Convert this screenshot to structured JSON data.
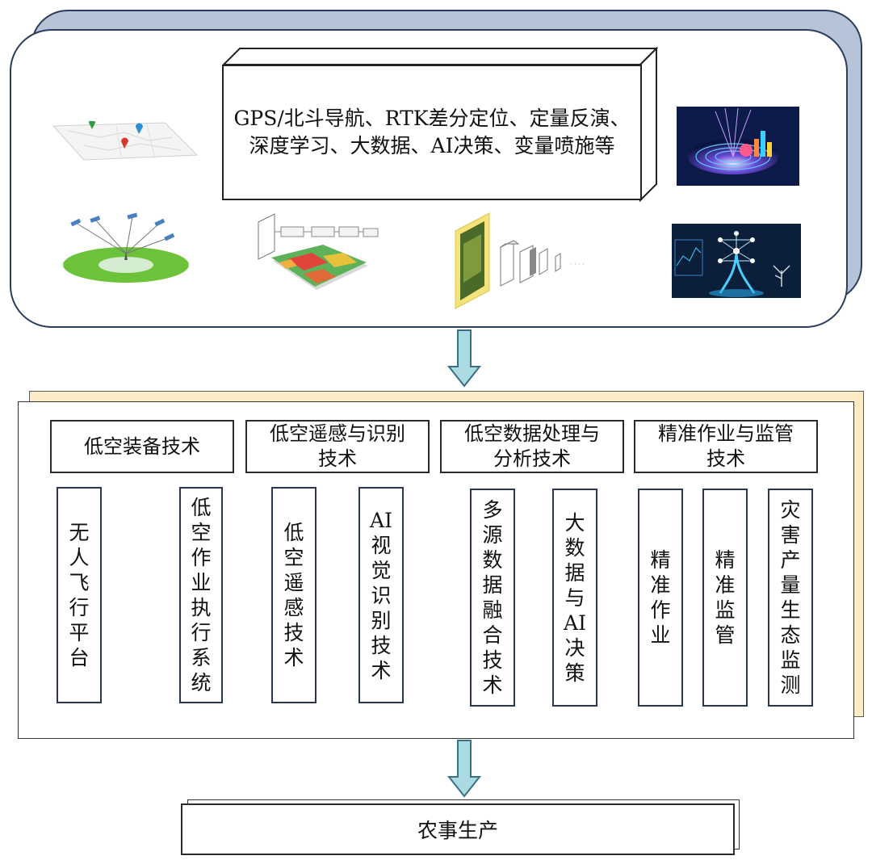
{
  "top_panel": {
    "technologies": "GPS/北斗导航、RTK差分定位、定量反演、\n深度学习、大数据、AI决策、变量喷施等",
    "icons": [
      "map-pins-icon",
      "gnss-satellite-icon",
      "remote-sensing-cnn-icon",
      "image-cnn-icon",
      "data-vortex-icon",
      "ai-network-icon"
    ]
  },
  "middle_panel": {
    "categories": [
      {
        "title": "低空装备技术",
        "items": [
          "无人飞行平台",
          "低空作业执行系统"
        ]
      },
      {
        "title": "低空遥感与识别\n技术",
        "items": [
          "低空遥感技术",
          "AI视觉识别技术"
        ]
      },
      {
        "title": "低空数据处理与\n分析技术",
        "items": [
          "多源数据融合技术",
          "大数据与AI决策"
        ]
      },
      {
        "title": "精准作业与监管\n技术",
        "items": [
          "精准作业",
          "精准监管",
          "灾害产量生态监测"
        ]
      }
    ]
  },
  "bottom": {
    "label": "农事生产"
  },
  "colors": {
    "panel_border": "#2b3d5c",
    "panel_shadow": "#b7c3d6",
    "arrow_fill": "#a9dbe0",
    "mid_shadow": "#fbecc6",
    "field_green": "#6cc33a"
  }
}
